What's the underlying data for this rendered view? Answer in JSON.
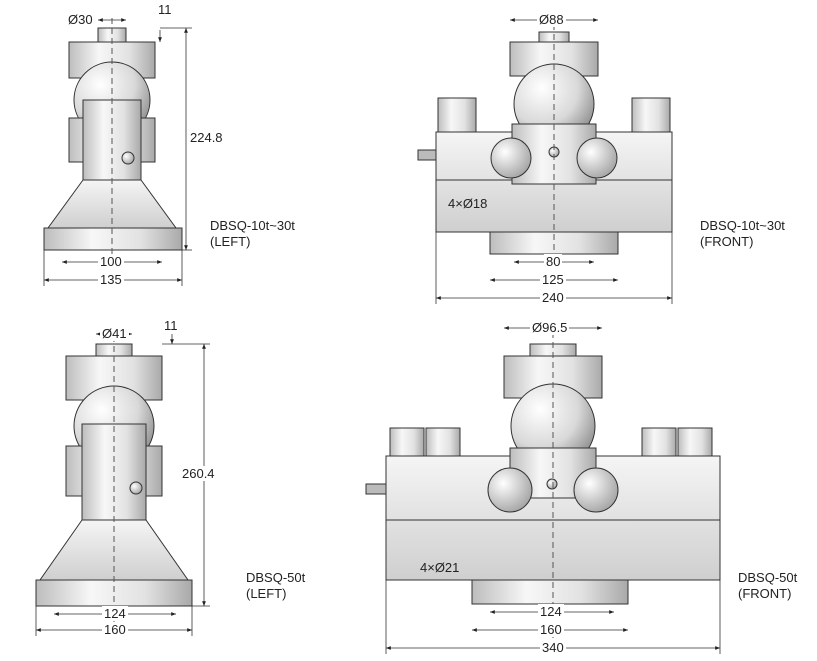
{
  "colors": {
    "metal_light": "#f4f4f4",
    "metal_mid": "#d6d6d6",
    "metal_dark": "#9a9a9a",
    "line": "#333333"
  },
  "views": {
    "small_left": {
      "caption_line1": "DBSQ-10t~30t",
      "caption_line2": "(LEFT)",
      "dims": {
        "top_dia": "Ø30",
        "top_offset": "11",
        "height": "224.8",
        "hole_span": "100",
        "base_width": "135"
      }
    },
    "small_front": {
      "caption_line1": "DBSQ-10t~30t",
      "caption_line2": "(FRONT)",
      "dims": {
        "top_dia": "Ø88",
        "holes": "4×Ø18",
        "inner": "80",
        "hole_span": "125",
        "length": "240"
      }
    },
    "large_left": {
      "caption_line1": "DBSQ-50t",
      "caption_line2": "(LEFT)",
      "dims": {
        "top_dia": "Ø41",
        "top_offset": "11",
        "height": "260.4",
        "hole_span": "124",
        "base_width": "160"
      }
    },
    "large_front": {
      "caption_line1": "DBSQ-50t",
      "caption_line2": "(FRONT)",
      "dims": {
        "top_dia": "Ø96.5",
        "holes": "4×Ø21",
        "inner": "124",
        "hole_span": "160",
        "length": "340"
      }
    }
  }
}
